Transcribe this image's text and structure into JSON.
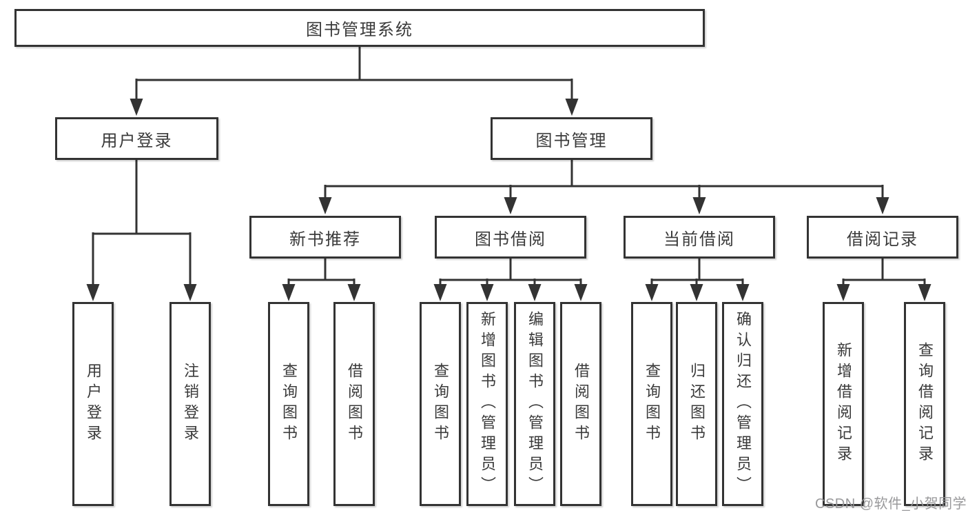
{
  "diagram": {
    "root": {
      "label": "图书管理系统"
    },
    "level2": [
      {
        "label": "用户登录"
      },
      {
        "label": "图书管理"
      }
    ],
    "level3": [
      {
        "label": "新书推荐"
      },
      {
        "label": "图书借阅"
      },
      {
        "label": "当前借阅"
      },
      {
        "label": "借阅记录"
      }
    ],
    "leaves": {
      "user_login": [
        "用户登录",
        "注销登录"
      ],
      "new_book": [
        "查询图书",
        "借阅图书"
      ],
      "book_borrow": [
        "查询图书",
        "新增图书（管理员）",
        "编辑图书（管理员）",
        "借阅图书"
      ],
      "current_borrow": [
        "查询图书",
        "归还图书",
        "确认归还（管理员）"
      ],
      "borrow_record": [
        "新增借阅记录",
        "查询借阅记录"
      ]
    }
  },
  "watermark": {
    "text": "CSDN @软件_小贺同学"
  },
  "colors": {
    "line": "#333333",
    "box_border": "#333333",
    "box_fill": "#ffffff",
    "label_text": "#3a3a3a",
    "watermark_text": "#949496",
    "background": "#ffffff"
  }
}
